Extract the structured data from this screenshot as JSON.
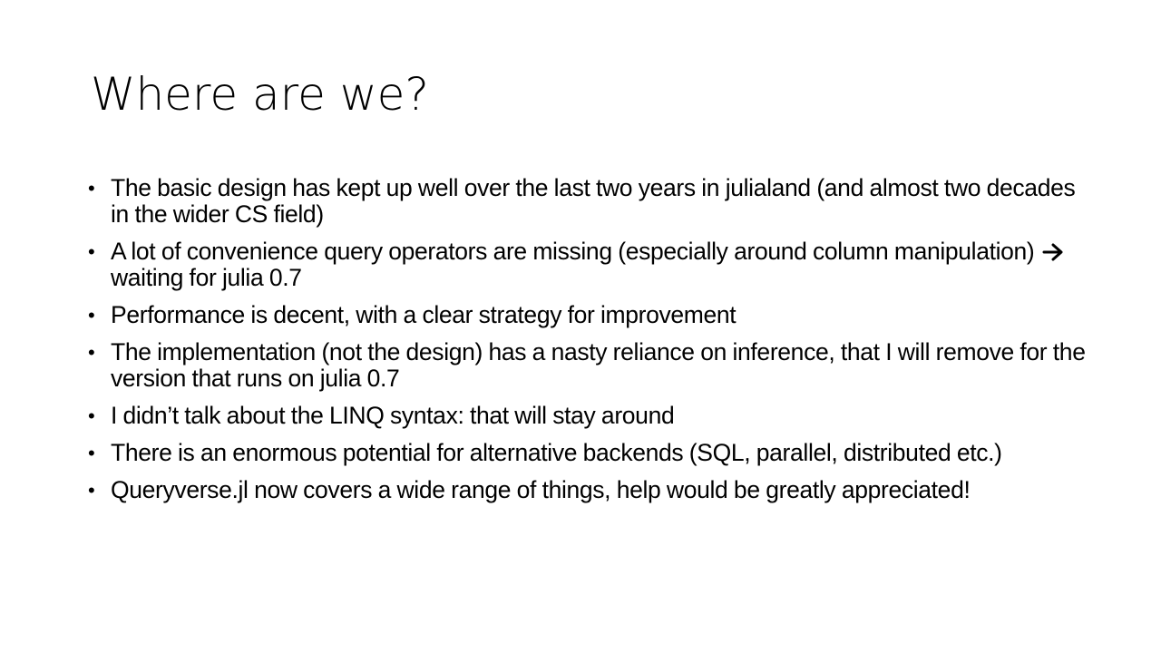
{
  "slide": {
    "title": "Where are we?",
    "bullets": [
      {
        "text": "The basic design has kept up well over the last two years in julialand (and almost two decades in the wider CS field)"
      },
      {
        "text_before": "A lot of convenience query operators are missing (especially around column manipulation)",
        "icon": "arrow-right-icon",
        "text_after": "waiting for julia 0.7"
      },
      {
        "text": "Performance is decent, with a clear strategy for improvement"
      },
      {
        "text": "The implementation (not the design) has a nasty reliance on inference, that I will remove for the version that runs on julia 0.7"
      },
      {
        "text": "I didn’t talk about the LINQ syntax: that will stay around"
      },
      {
        "text": "There is an enormous potential for alternative backends (SQL, parallel, distributed etc.)"
      },
      {
        "text": "Queryverse.jl now covers a wide range of things, help would be greatly appreciated!"
      }
    ]
  }
}
